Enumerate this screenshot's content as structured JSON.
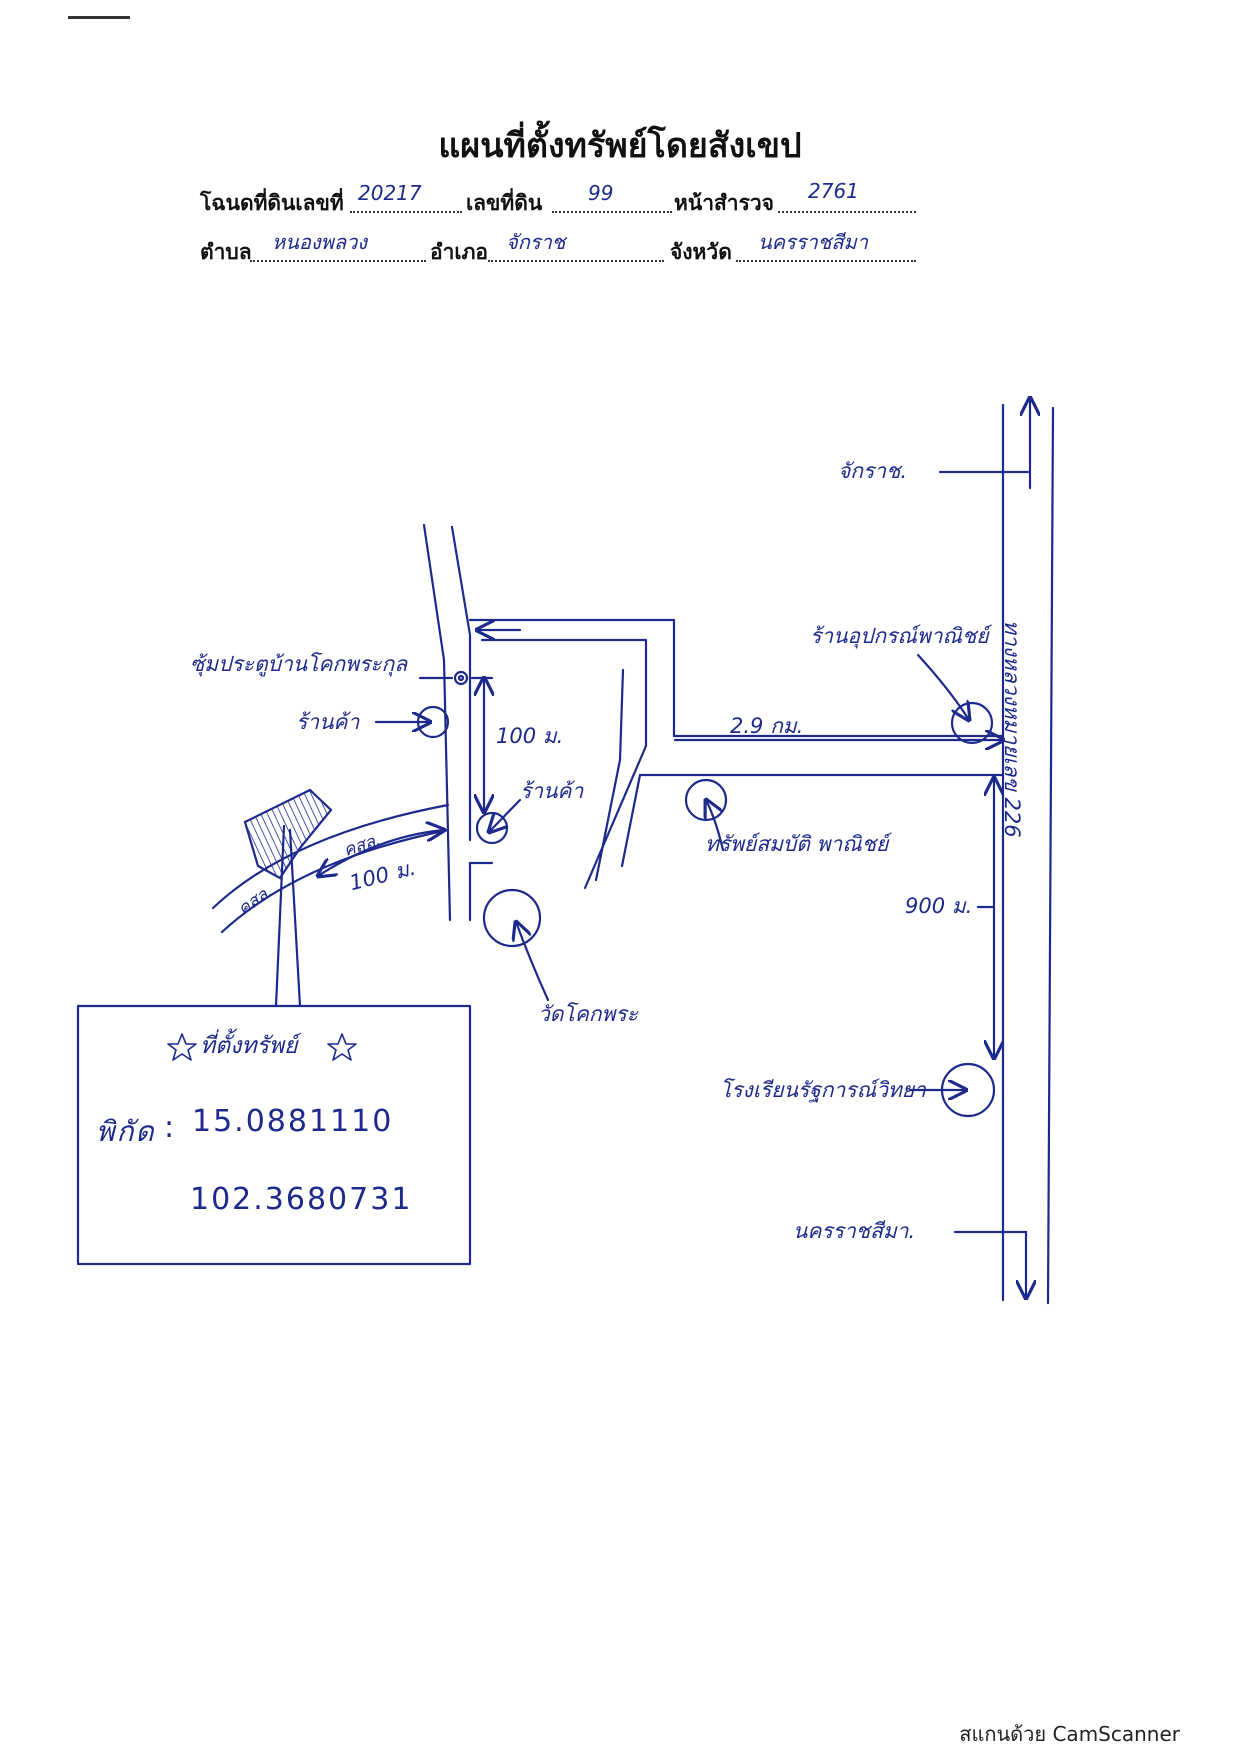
{
  "corner_mark": "—",
  "title": "แผนที่ตั้งทรัพย์โดยสังเขป",
  "form": {
    "deed_label": "โฉนดที่ดินเลขที่",
    "deed_value": "20217",
    "land_no_label": "เลขที่ดิน",
    "land_no_value": "99",
    "survey_label": "หน้าสำรวจ",
    "survey_value": "2761",
    "subdistrict_label": "ตำบล",
    "subdistrict_value": "หนองพลวง",
    "district_label": "อำเภอ",
    "district_value": "จักราช",
    "province_label": "จังหวัด",
    "province_value": "นครราชสีมา"
  },
  "map": {
    "north_label": "จักราช.",
    "south_label": "นครราชสีมา.",
    "highway_label": "ทางหลวงหมายเลข 226",
    "gas_station": "ร้านอุปกรณ์พาณิชย์",
    "dist_2_9": "2.9 กม.",
    "gate_label": "ซุ้มประตูบ้านโคกพระกุล",
    "shop_label": "ร้านค้า",
    "dist_100_a": "100 ม.",
    "shop2_label": "ร้านค้า",
    "temple_label": "วัดโคกพระ",
    "shop3_label": "ทรัพย์สมบัติ พาณิชย์",
    "dist_900": "900 ม.",
    "school_label": "โรงเรียนรัฐการณ์วิทยา",
    "road_label_a": "คสล.",
    "road_label_b": "คสล.",
    "dist_100_b": "100 ม.",
    "property_label": "ที่ตั้งทรัพย์",
    "coords_label": "พิกัด",
    "lat": "15.0881110",
    "lon": "102.3680731"
  },
  "footer": "สแกนด้วย CamScanner"
}
